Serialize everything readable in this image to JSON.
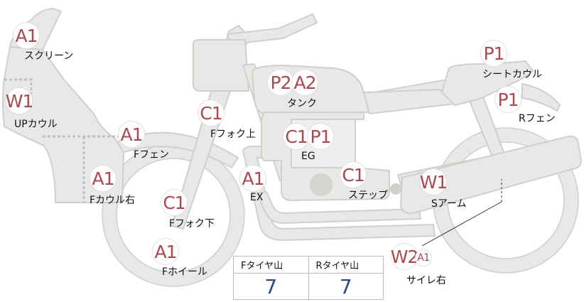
{
  "parts": [
    {
      "id": "screen",
      "codes": [
        "A1"
      ],
      "label": "スクリーン"
    },
    {
      "id": "upcowl",
      "codes": [
        "W1"
      ],
      "label": "UPカウル"
    },
    {
      "id": "ffender",
      "codes": [
        "A1"
      ],
      "label": "Fフェン"
    },
    {
      "id": "fcowl-right",
      "codes": [
        "A1"
      ],
      "label": "Fカウル右"
    },
    {
      "id": "fork-upper",
      "codes": [
        "C1"
      ],
      "label": "Fフォク上"
    },
    {
      "id": "fork-lower",
      "codes": [
        "C1"
      ],
      "label": "Fフォク下"
    },
    {
      "id": "fwheel",
      "codes": [
        "A1"
      ],
      "label": "Fホイール"
    },
    {
      "id": "tank",
      "codes": [
        "P2",
        "A2"
      ],
      "label": "タンク"
    },
    {
      "id": "engine",
      "codes": [
        "C1",
        "P1"
      ],
      "label": "EG"
    },
    {
      "id": "exhaust",
      "codes": [
        "A1"
      ],
      "label": "EX"
    },
    {
      "id": "step",
      "codes": [
        "C1"
      ],
      "label": "ステップ"
    },
    {
      "id": "swingarm",
      "codes": [
        "W1"
      ],
      "label": "Sアーム"
    },
    {
      "id": "seatcowl",
      "codes": [
        "P1"
      ],
      "label": "シートカウル"
    },
    {
      "id": "rfender",
      "codes": [
        "P1"
      ],
      "label": "Rフェン"
    },
    {
      "id": "silencer-right",
      "codes": [
        "W2",
        "A1"
      ],
      "label": "サイレ右"
    }
  ],
  "tire_tread": {
    "front_label": "Fタイヤ山",
    "rear_label": "Rタイヤ山",
    "front_value": "7",
    "rear_value": "7"
  },
  "colors": {
    "body_fill": "#e8e8e6",
    "body_stroke": "#cfcfcc",
    "code_text": "#b0474c",
    "value_text": "#2b4a8c"
  }
}
